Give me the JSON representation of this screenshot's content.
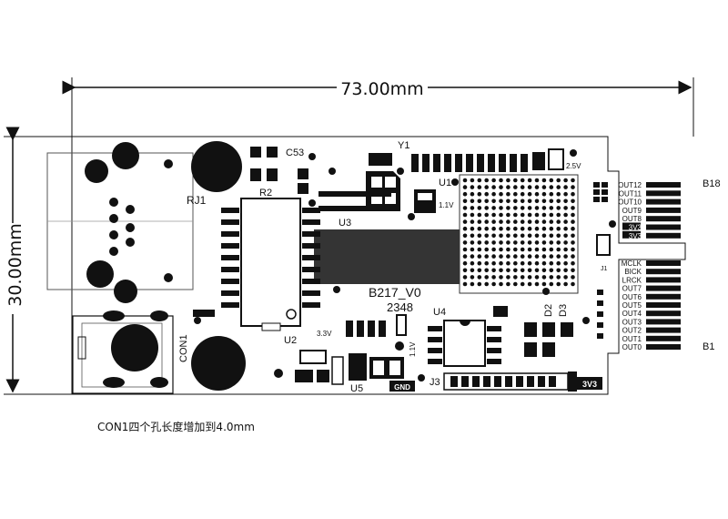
{
  "dimensions": {
    "width_label": "73.00mm",
    "height_label": "30.00mm"
  },
  "components": {
    "rj1": "RJ1",
    "c53": "C53",
    "r2": "R2",
    "y1": "Y1",
    "u1": "U1",
    "u1_voltage": "1.1V",
    "voltage_25": "2.5V",
    "u2": "U2",
    "con1": "CON1",
    "u3": "U3",
    "u3_voltage": "3.3V",
    "board_rev": "B217_V0",
    "chip_code": "2348",
    "u4": "U4",
    "u4_voltage": "1.1V",
    "d2": "D2",
    "d3": "D3",
    "u5": "U5",
    "gnd": "GND",
    "j3": "J3",
    "j3_voltage": "3V3",
    "j1": "J1"
  },
  "edge_connector": {
    "top_label": "B18",
    "bottom_label": "B1",
    "top_pins": [
      "OUT12",
      "OUT11",
      "OUT10",
      "OUT9",
      "OUT8",
      "3V3",
      "3V3"
    ],
    "bottom_pins": [
      "MCLK",
      "BICK",
      "LRCK",
      "OUT7",
      "OUT6",
      "OUT5",
      "OUT4",
      "OUT3",
      "OUT2",
      "OUT1",
      "OUT0"
    ]
  },
  "note": "CON1四个孔长度增加到4.0mm"
}
